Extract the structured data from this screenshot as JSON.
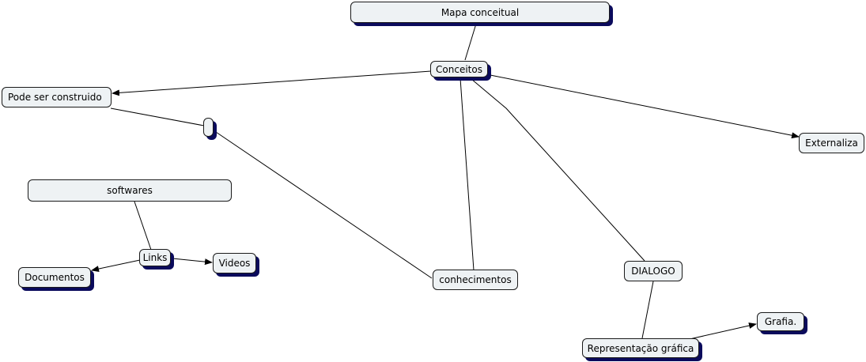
{
  "nodes": {
    "mapa": "Mapa conceitual",
    "conceitos": "Conceitos",
    "pode": "Pode ser construido",
    "blank": "",
    "externaliza": "Externaliza",
    "softwares": "softwares",
    "links": "Links",
    "videos": "Videos",
    "documentos": "Documentos",
    "conhecimentos": "conhecimentos",
    "dialogo": "DIALOGO",
    "representacao": "Representação gráfica",
    "grafia": "Grafia."
  },
  "colors": {
    "node_fill": "#eef2f4",
    "node_border": "#1a1a1a",
    "shadow": "#0b0b5c",
    "edge": "#000000"
  }
}
